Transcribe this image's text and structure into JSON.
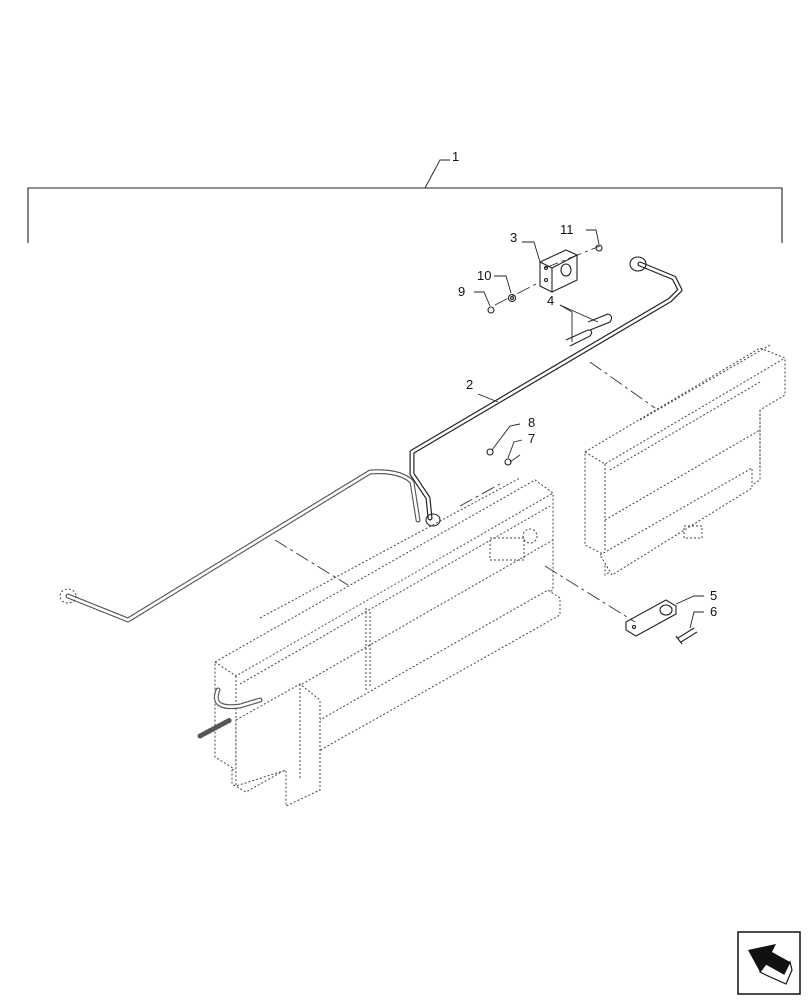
{
  "callouts": {
    "c1": "1",
    "c2": "2",
    "c3": "3",
    "c4": "4",
    "c5": "5",
    "c6": "6",
    "c7": "7",
    "c8": "8",
    "c9": "9",
    "c10": "10",
    "c11": "11"
  },
  "icons": {
    "navigation": "arrow-icon"
  }
}
